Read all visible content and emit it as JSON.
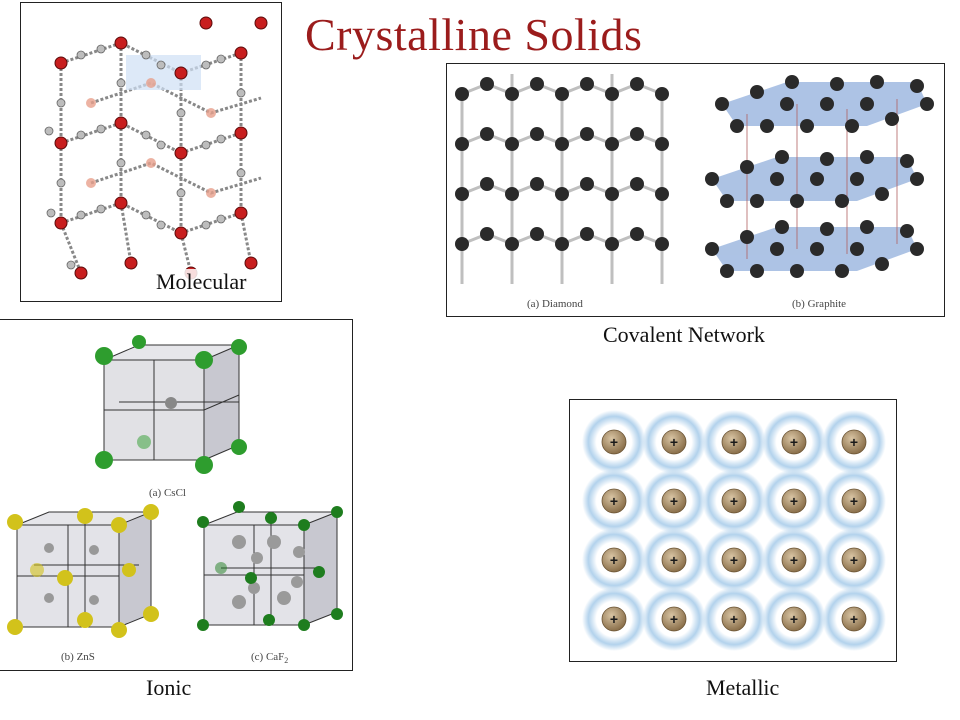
{
  "slide": {
    "title": "Crystalline Solids"
  },
  "panels": {
    "molecular": {
      "label": "Molecular"
    },
    "covalent": {
      "label": "Covalent Network",
      "diamond_label": "(a) Diamond",
      "graphite_label": "(b) Graphite"
    },
    "ionic": {
      "label": "Ionic",
      "cscl_label": "(a) CsCl",
      "zns_label": "(b) ZnS",
      "caf2_label": "(c) CaF",
      "caf2_sub": "2"
    },
    "metallic": {
      "label": "Metallic",
      "ion_symbol": "+",
      "rows": 4,
      "cols": 5
    }
  },
  "colors": {
    "title": "#9b1c1c",
    "oxygen": "#c81e1e",
    "hydrogen": "#bdbdbd",
    "carbon": "#2a2a2a",
    "graphite_plane": "#9fb9e0",
    "chloride": "#2e9d2e",
    "zinc": "#d2c21b",
    "metal_ion": "#a08763",
    "electron_sea": "#aacdea"
  }
}
